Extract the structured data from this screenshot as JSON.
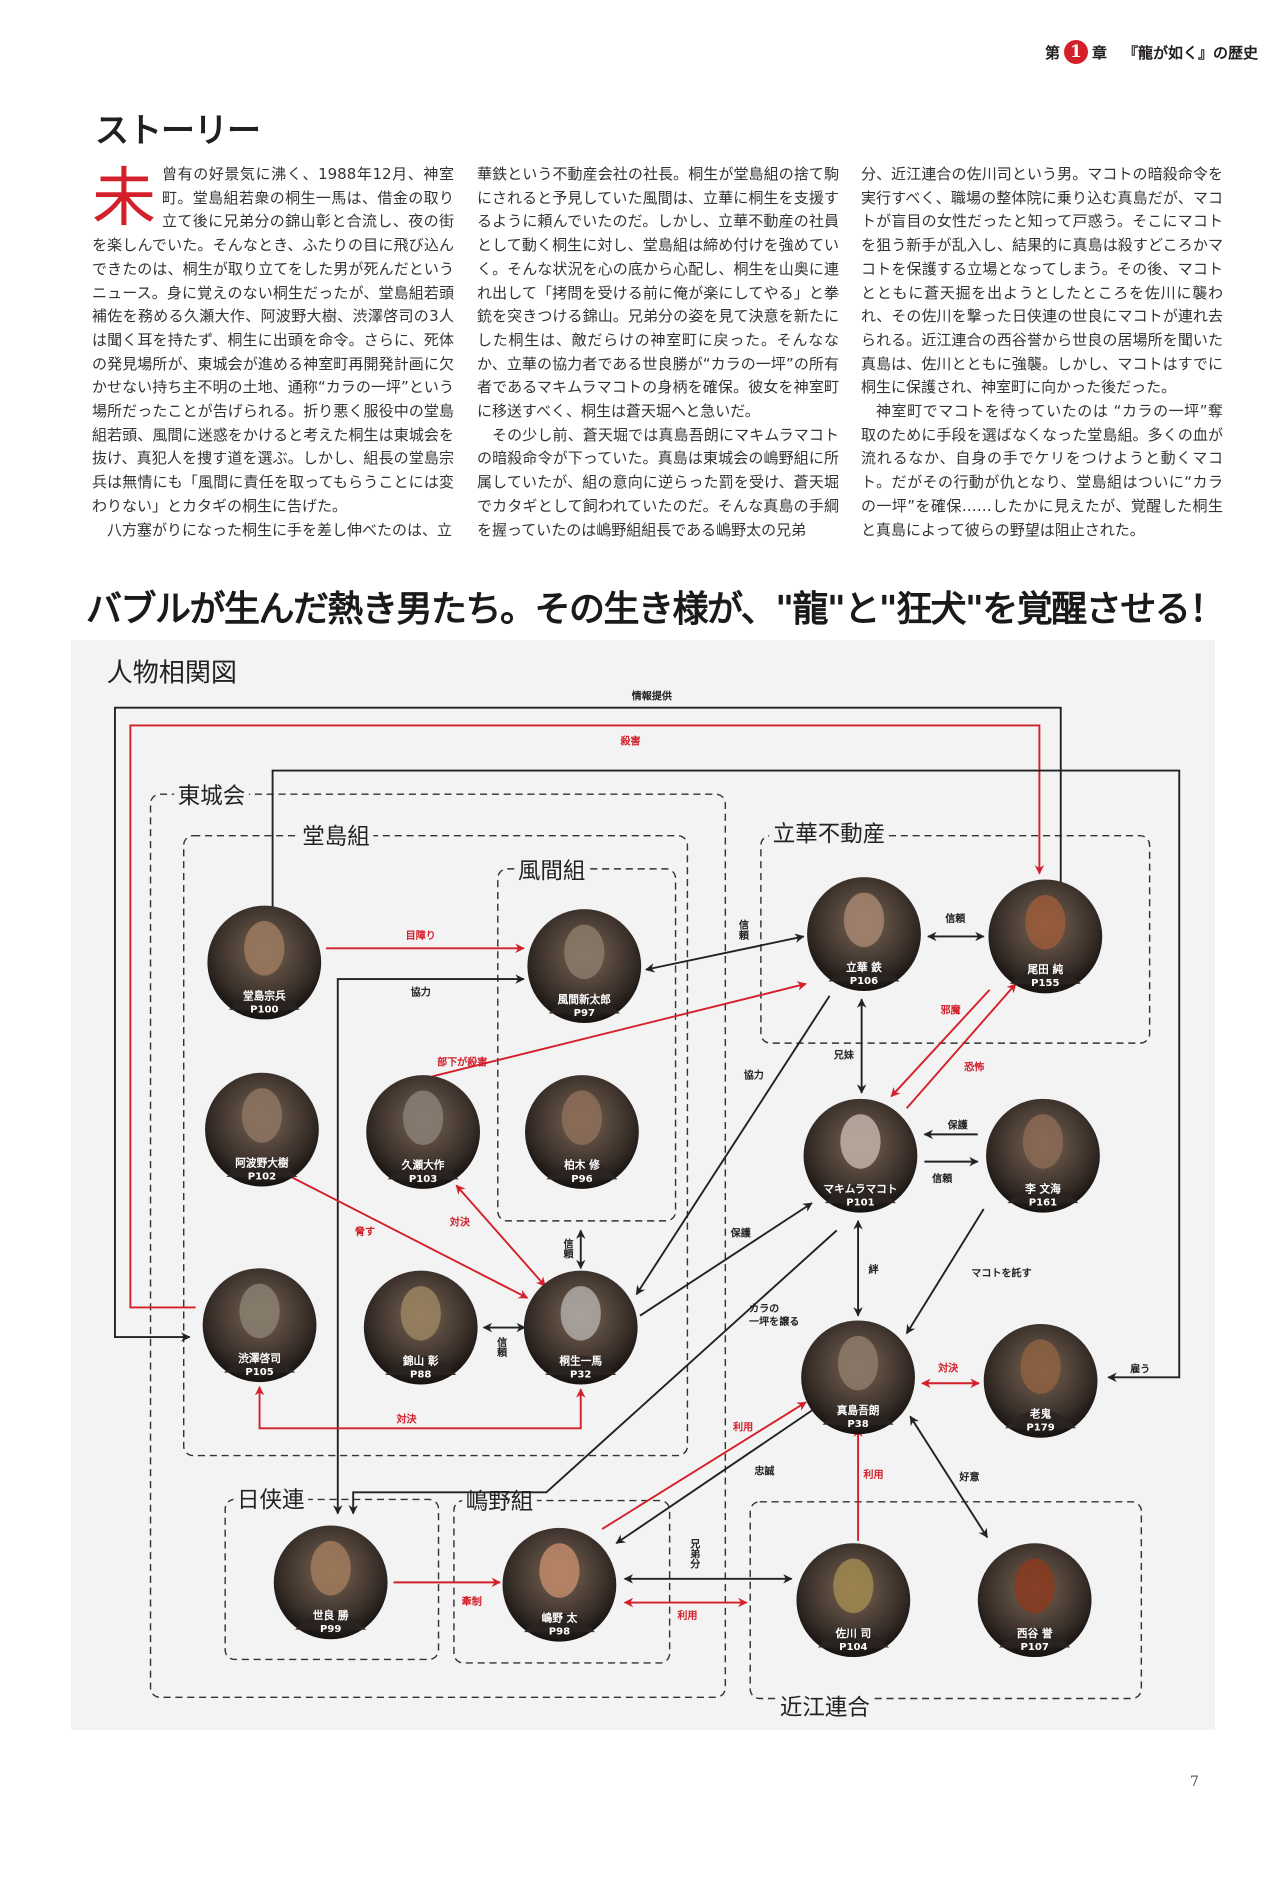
{
  "header": {
    "prefix": "第",
    "chapter": "1",
    "suffix": "章",
    "title": "『龍が如く』の歴史"
  },
  "story": {
    "title": "ストーリー",
    "dropcap": "未",
    "col1": [
      "曾有の好景気に沸く、1988年12月、神室町。堂島組若衆の桐生一馬は、借金の取り立て後に兄弟分の錦山彰と合流し、夜の街を楽しんでいた。そんなとき、ふたりの目に飛び込んできたのは、桐生が取り立てをした男が死んだというニュース。身に覚えのない桐生だったが、堂島組若頭補佐を務める久瀬大作、阿波野大樹、渋澤啓司の3人は聞く耳を持たず、桐生に出頭を命令。さらに、死体の発見場所が、東城会が進める神室町再開発計画に欠かせない持ち主不明の土地、通称“カラの一坪”という場所だったことが告げられる。折り悪く服役中の堂島組若頭、風間に迷惑をかけると考えた桐生は東城会を抜け、真犯人を捜す道を選ぶ。しかし、組長の堂島宗兵は無情にも「風間に責任を取ってもらうことには変わりない」とカタギの桐生に告げた。",
      "八方塞がりになった桐生に手を差し伸べたのは、立"
    ],
    "col2": [
      "華鉄という不動産会社の社長。桐生が堂島組の捨て駒にされると予見していた風間は、立華に桐生を支援するように頼んでいたのだ。しかし、立華不動産の社員として動く桐生に対し、堂島組は締め付けを強めていく。そんな状況を心の底から心配し、桐生を山奥に連れ出して「拷問を受ける前に俺が楽にしてやる」と拳銃を突きつける錦山。兄弟分の姿を見て決意を新たにした桐生は、敵だらけの神室町に戻った。そんななか、立華の協力者である世良勝が“カラの一坪”の所有者であるマキムラマコトの身柄を確保。彼女を神室町に移送すべく、桐生は蒼天堀へと急いだ。",
      "その少し前、蒼天堀では真島吾朗にマキムラマコトの暗殺命令が下っていた。真島は東城会の嶋野組に所属していたが、組の意向に逆らった罰を受け、蒼天堀でカタギとして飼われていたのだ。そんな真島の手綱を握っていたのは嶋野組組長である嶋野太の兄弟"
    ],
    "col3": [
      "分、近江連合の佐川司という男。マコトの暗殺命令を実行すべく、職場の整体院に乗り込む真島だが、マコトが盲目の女性だったと知って戸惑う。そこにマコトを狙う新手が乱入し、結果的に真島は殺すどころかマコトを保護する立場となってしまう。その後、マコトとともに蒼天掘を出ようとしたところを佐川に襲われ、その佐川を撃った日侠連の世良にマコトが連れ去られる。近江連合の西谷誉から世良の居場所を聞いた真島は、佐川とともに強襲。しかし、マコトはすでに桐生に保護され、神室町に向かった後だった。",
      "神室町でマコトを待っていたのは “カラの一坪”奪取のために手段を選ばなくなった堂島組。多くの血が流れるなか、自身の手でケリをつけようと動くマコト。だがその行動が仇となり、堂島組はついに“カラの一坪”を確保……したかに見えたが、覚醒した桐生と真島によって彼らの野望は阻止された。"
    ]
  },
  "headline": "バブルが生んだ熱き男たち。その生き様が、\"龍\"と\"狂犬\"を覚醒させる！",
  "diagram": {
    "title": "人物相関図",
    "groups": [
      "東城会",
      "堂島組",
      "風間組",
      "立華不動産",
      "日侠連",
      "嶋野組",
      "近江連合"
    ],
    "characters": [
      {
        "name": "堂島宗兵",
        "page": "P100"
      },
      {
        "name": "風間新太郎",
        "page": "P97"
      },
      {
        "name": "立華 鉄",
        "page": "P106"
      },
      {
        "name": "尾田 純",
        "page": "P155"
      },
      {
        "name": "阿波野大樹",
        "page": "P102"
      },
      {
        "name": "久瀬大作",
        "page": "P103"
      },
      {
        "name": "柏木 修",
        "page": "P96"
      },
      {
        "name": "マキムラマコト",
        "page": "P101"
      },
      {
        "name": "李 文海",
        "page": "P161"
      },
      {
        "name": "渋澤啓司",
        "page": "P105"
      },
      {
        "name": "錦山 彰",
        "page": "P88"
      },
      {
        "name": "桐生一馬",
        "page": "P32"
      },
      {
        "name": "真島吾朗",
        "page": "P38"
      },
      {
        "name": "老鬼",
        "page": "P179"
      },
      {
        "name": "世良 勝",
        "page": "P99"
      },
      {
        "name": "嶋野 太",
        "page": "P98"
      },
      {
        "name": "佐川 司",
        "page": "P104"
      },
      {
        "name": "西谷 誉",
        "page": "P107"
      }
    ],
    "relations": [
      {
        "label": "情報提供"
      },
      {
        "label": "殺害"
      },
      {
        "label": "雇う"
      },
      {
        "label": "目障り"
      },
      {
        "label": "協力"
      },
      {
        "label": "信頼"
      },
      {
        "label": "部下が殺害"
      },
      {
        "label": "信頼"
      },
      {
        "label": "兄妹"
      },
      {
        "label": "邪魔"
      },
      {
        "label": "恐怖"
      },
      {
        "label": "保護"
      },
      {
        "label": "信頼"
      },
      {
        "label": "絆"
      },
      {
        "label": "マコトを託す"
      },
      {
        "label": "対決"
      },
      {
        "label": "保護"
      },
      {
        "label": "協力"
      },
      {
        "label": "カラの\n一坪を譲る"
      },
      {
        "label": "対決"
      },
      {
        "label": "脅す"
      },
      {
        "label": "対決"
      },
      {
        "label": "信頼"
      },
      {
        "label": "信頼"
      },
      {
        "label": "牽制"
      },
      {
        "label": "兄弟分"
      },
      {
        "label": "利用"
      },
      {
        "label": "利用"
      },
      {
        "label": "忠誠"
      },
      {
        "label": "利用"
      },
      {
        "label": "好意"
      }
    ],
    "colors": {
      "red": "#d3202b",
      "black": "#222222"
    }
  },
  "page_number": "7"
}
